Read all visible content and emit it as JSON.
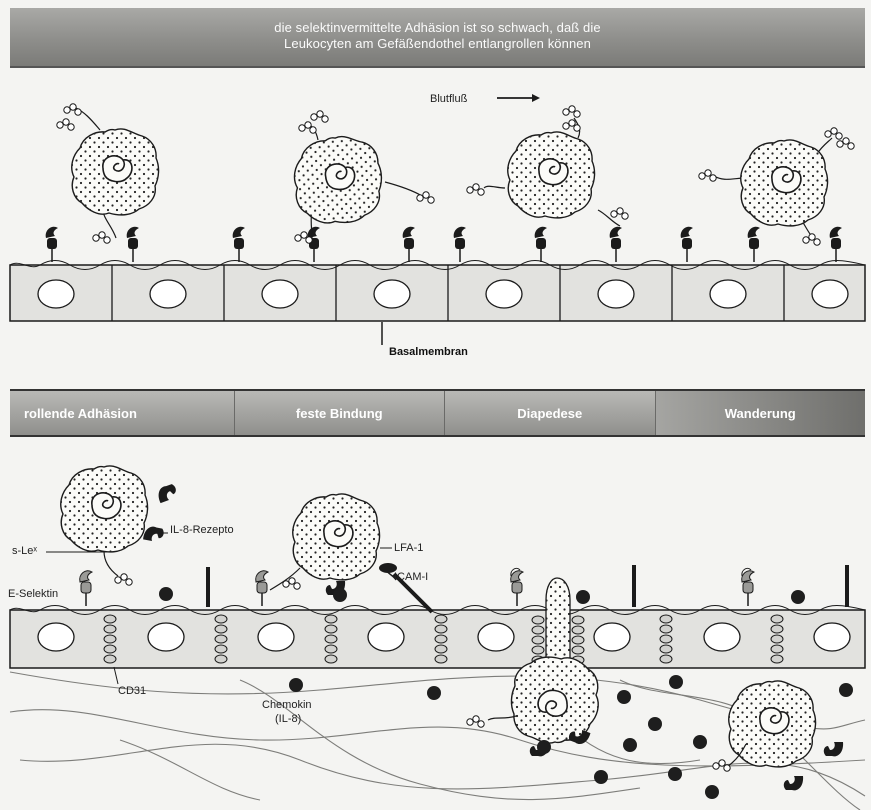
{
  "header": {
    "line1": "die selektinvermittelte Adhäsion ist so schwach, daß die",
    "line2": "Leukocyten am Gefäßendothel entlangrollen können"
  },
  "top_labels": {
    "flow": "Blutfluß",
    "basal": "Basalmembran"
  },
  "stages": [
    "rollende Adhäsion",
    "feste Bindung",
    "Diapedese",
    "Wanderung"
  ],
  "bottom_labels": {
    "il8_receptor": "IL-8-Rezepto",
    "slex": "s-Leˣ",
    "eselectin": "E-Selektin",
    "lfa1": "LFA-1",
    "icam": "ICAM-I",
    "cd31": "CD31",
    "chemokin": "Chemokin",
    "chemokin_sub": "(IL-8)"
  },
  "colors": {
    "ink": "#1b1b1b",
    "cell": "#e2e2df",
    "nucleus": "#ffffff",
    "chemokine": "#1e1e1e"
  }
}
